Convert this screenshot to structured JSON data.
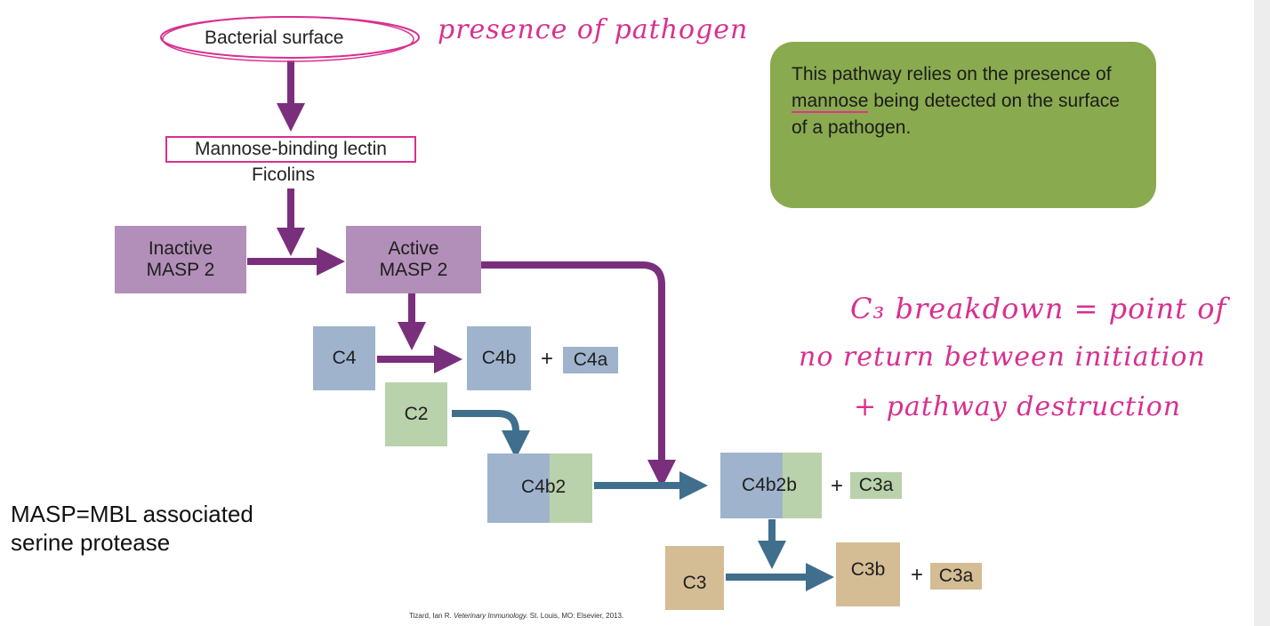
{
  "nodes": {
    "bacterial_surface": "Bacterial surface",
    "mbl": "Mannose-binding lectin",
    "ficolins": "Ficolins",
    "inactive_masp2": "Inactive\nMASP 2",
    "active_masp2": "Active\nMASP 2",
    "c4": "C4",
    "c4b": "C4b",
    "c4a": "C4a",
    "c2": "C2",
    "c4b2": "C4b2",
    "c4b2b": "C4b2b",
    "c3a_1": "C3a",
    "c3": "C3",
    "c3b": "C3b",
    "c3a_2": "C3a",
    "plus": "+"
  },
  "note": {
    "before": "This pathway relies on the presence of ",
    "highlight": "mannose",
    "after": " being detected on the surface of a pathogen."
  },
  "annotations": {
    "pathogen": "presence of pathogen",
    "c3_line1": "C₃ breakdown = point of",
    "c3_line2": "no return between initiation",
    "c3_line3": "+ pathway destruction"
  },
  "legend": {
    "line1": "MASP=MBL associated",
    "line2": "serine protease"
  },
  "citation": {
    "author": "Tizard, Ian R. ",
    "title": "Veterinary Immunology.",
    "rest": " St. Louis, MO: Elsevier, 2013."
  },
  "colors": {
    "purple_arrow": "#7a2f7c",
    "blue_arrow": "#3f6f8c",
    "highlight": "#d8308f",
    "note_bg": "#8aaa4f"
  }
}
